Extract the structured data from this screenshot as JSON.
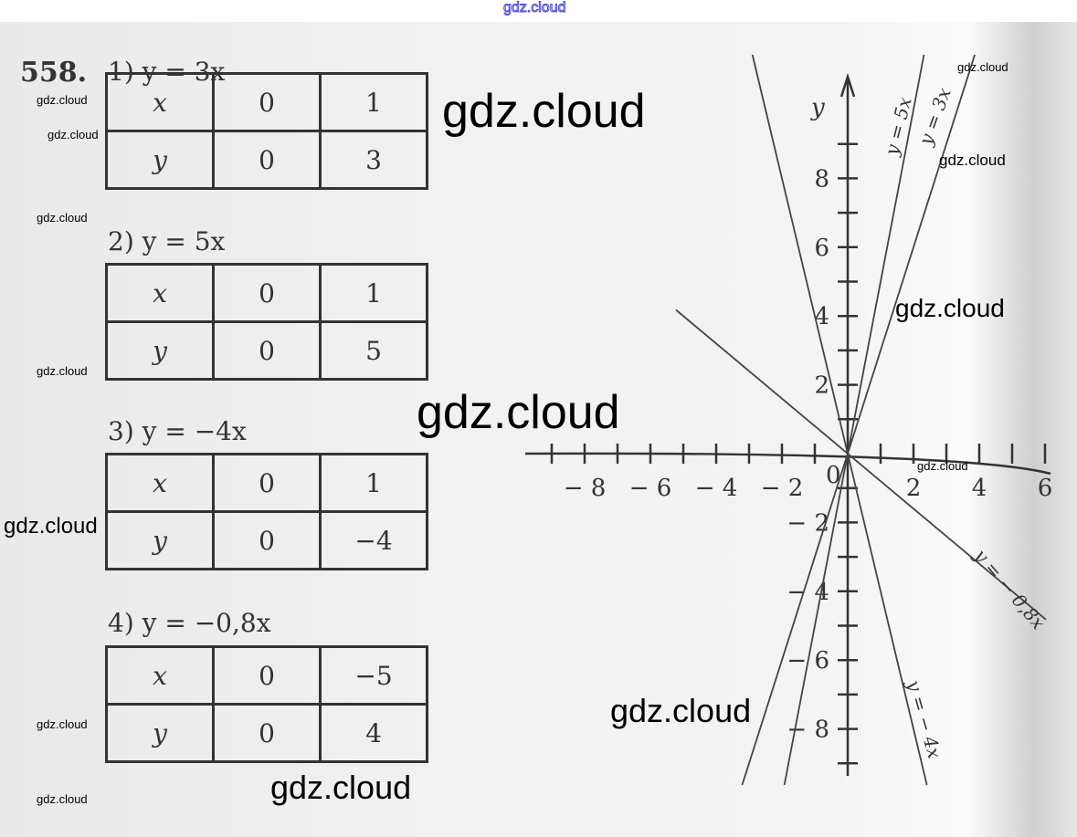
{
  "watermark_top": "gdz.cloud",
  "watermarks": [
    "gdz.cloud",
    "gdz.cloud",
    "gdz.cloud",
    "gdz.cloud",
    "gdz.cloud",
    "gdz.cloud",
    "gdz.cloud",
    "gdz.cloud",
    "gdz.cloud",
    "gdz.cloud",
    "gdz.cloud",
    "gdz.cloud",
    "gdz.cloud",
    "gdz.cloud",
    "gdz.cloud"
  ],
  "exercise_number": "558.",
  "parts": [
    {
      "label": "1) y = 3x",
      "x_header": "x",
      "y_header": "y",
      "x_values": [
        "0",
        "1"
      ],
      "y_values": [
        "0",
        "3"
      ]
    },
    {
      "label": "2) y = 5x",
      "x_header": "x",
      "y_header": "y",
      "x_values": [
        "0",
        "1"
      ],
      "y_values": [
        "0",
        "5"
      ]
    },
    {
      "label": "3) y = −4x",
      "x_header": "x",
      "y_header": "y",
      "x_values": [
        "0",
        "1"
      ],
      "y_values": [
        "0",
        "−4"
      ]
    },
    {
      "label": "4) y = −0,8x",
      "x_header": "x",
      "y_header": "y",
      "x_values": [
        "0",
        "−5"
      ],
      "y_values": [
        "0",
        "4"
      ]
    }
  ],
  "graph": {
    "y_axis_label": "y",
    "origin_label": "0",
    "x_tick_labels": [
      {
        "v": -8,
        "t": "− 8"
      },
      {
        "v": -6,
        "t": "− 6"
      },
      {
        "v": -4,
        "t": "− 4"
      },
      {
        "v": -2,
        "t": "− 2"
      },
      {
        "v": 2,
        "t": "2"
      },
      {
        "v": 4,
        "t": "4"
      },
      {
        "v": 6,
        "t": "6"
      }
    ],
    "y_tick_labels": [
      {
        "v": 8,
        "t": "8"
      },
      {
        "v": 6,
        "t": "6"
      },
      {
        "v": 4,
        "t": "4"
      },
      {
        "v": 2,
        "t": "2"
      },
      {
        "v": -2,
        "t": "− 2"
      },
      {
        "v": -4,
        "t": "− 4"
      },
      {
        "v": -6,
        "t": "− 6"
      },
      {
        "v": -8,
        "t": "− 8"
      }
    ],
    "lines": [
      {
        "slope": 5,
        "label": "y = 5x"
      },
      {
        "slope": 3,
        "label": "y = 3x"
      },
      {
        "slope": -4,
        "label": "y = − 4x"
      },
      {
        "slope": -0.8,
        "label": "y = − 0,8x"
      }
    ]
  }
}
